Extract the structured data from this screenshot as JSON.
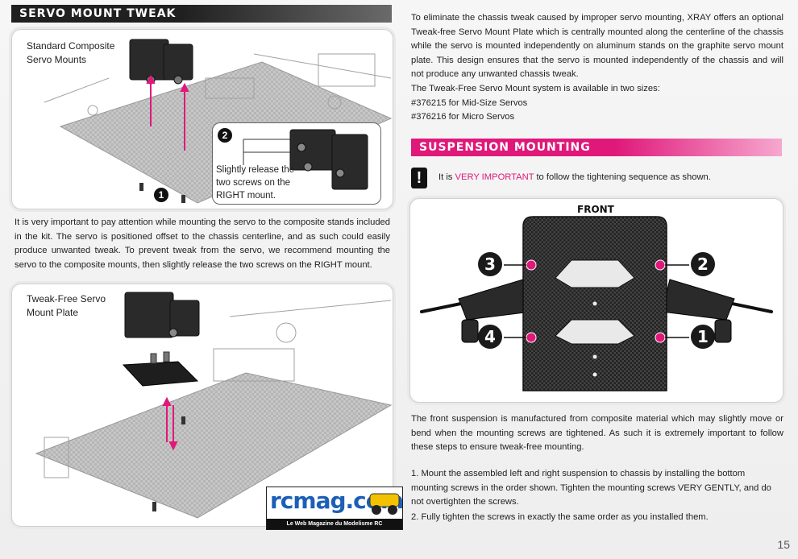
{
  "servo_section": {
    "title": "SERVO MOUNT TWEAK",
    "fig1_caption_line1": "Standard Composite",
    "fig1_caption_line2": "Servo Mounts",
    "callout_line1": "Slightly release the",
    "callout_line2": "two screws on the",
    "callout_line3": "RIGHT mount.",
    "marker_1": "1",
    "marker_2": "2",
    "paragraph": "It is very important to pay attention while mounting the servo to the composite stands included in the kit. The servo is positioned offset to the chassis centerline, and as such could easily produce unwanted tweak. To prevent tweak from the servo, we recommend mounting the servo to the composite mounts, then slightly release the two screws on the RIGHT mount.",
    "fig2_caption_line1": "Tweak-Free Servo",
    "fig2_caption_line2": "Mount Plate"
  },
  "right_intro": {
    "paragraph": "To eliminate the chassis tweak caused by improper servo mounting, XRAY offers an optional Tweak-free Servo Mount Plate which is centrally mounted along the centerline of the chassis while the servo is mounted independently on aluminum stands on the graphite servo mount plate. This design ensures that the servo is mounted independently of the chassis and will not produce any unwanted chassis tweak.",
    "sizes_intro": "The Tweak-Free Servo Mount system is available in two sizes:",
    "size_1": "#376215 for Mid-Size Servos",
    "size_2": "#376216 for Micro Servos"
  },
  "suspension_section": {
    "title": "SUSPENSION MOUNTING",
    "warning_icon": "!",
    "warning_prefix": "It is",
    "warning_highlight": "VERY IMPORTANT",
    "warning_suffix": "to follow the tightening sequence as shown.",
    "front_label": "FRONT",
    "seq_1": "1",
    "seq_2": "2",
    "seq_3": "3",
    "seq_4": "4",
    "paragraph": "The front suspension is manufactured from composite material which may slightly move or bend when the mounting screws are tightened. As such it is extremely important to follow these steps to ensure tweak-free mounting.",
    "step_1": "1. Mount the assembled left and right suspension to chassis by installing the bottom mounting screws in the order shown. Tighten the mounting screws VERY GENTLY, and do not overtighten the screws.",
    "step_2": "2. Fully tighten the screws in exactly the same order as you installed them."
  },
  "logo": {
    "text": "rcmag.com",
    "subtitle": "Le Web Magazine du Modelisme RC"
  },
  "page_number": "15",
  "colors": {
    "accent_pink": "#e0187a",
    "header_dark": "#202020"
  }
}
